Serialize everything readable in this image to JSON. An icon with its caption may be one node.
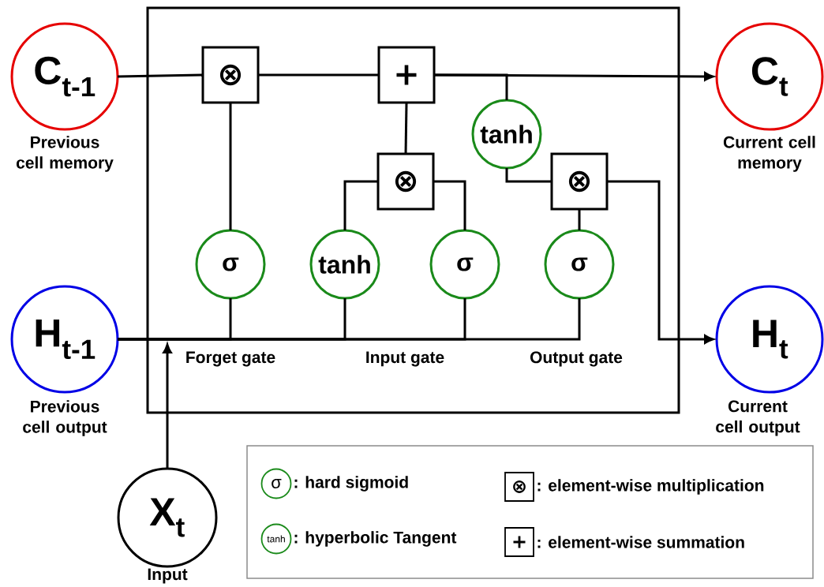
{
  "diagram": {
    "nodes": [
      {
        "text": [],
        "shape": "box"
      },
      {
        "text": [
          "C$_{t-1}$"
        ],
        "beside": [
          "Previous cell memory"
        ]
      },
      {
        "text": [
          "H$_{t-1}$"
        ],
        "beside": [
          "Previous cell output"
        ]
      },
      {
        "text": [
          "X$_{t}$"
        ],
        "beside": [
          "Input"
        ]
      },
      {
        "text": [
          "C$_{t}$"
        ],
        "beside": [
          "Current cell memory"
        ]
      },
      {
        "text": [
          "H$_{t}$"
        ],
        "beside": [
          "Current cell output"
        ]
      },
      {
        "text": [
          "⊗"
        ],
        "in": 0
      },
      {
        "text": [
          "+"
        ],
        "in": 0
      },
      {
        "text": [
          "tanh"
        ],
        "in": 0
      },
      {
        "text": [
          "⊗"
        ],
        "in": 0
      },
      {
        "text": [
          "⊗"
        ],
        "in": 0
      },
      {
        "text": [
          "σ"
        ],
        "in": 0
      },
      {
        "text": [
          "tanh"
        ],
        "in": 0
      },
      {
        "text": [
          "σ"
        ],
        "in": 0
      },
      {
        "text": [
          "σ"
        ],
        "in": 0
      }
    ],
    "edges": [
      {
        "from": 1,
        "to": 6,
        "arrow": "none"
      },
      {
        "from": 6,
        "to": 7,
        "arrow": "none"
      },
      {
        "from": 7,
        "to": 4,
        "arrow": "to"
      },
      {
        "from": 7,
        "to": 8,
        "arrow": "none"
      },
      {
        "from": 11,
        "to": 6,
        "arrow": "none"
      },
      {
        "from": 9,
        "to": 7,
        "arrow": "none"
      },
      {
        "from": 12,
        "to": 9,
        "arrow": "none"
      },
      {
        "from": 13,
        "to": 9,
        "arrow": "none"
      },
      {
        "from": 8,
        "to": 10,
        "arrow": "none"
      },
      {
        "from": 14,
        "to": 10,
        "arrow": "none"
      },
      {
        "from": 10,
        "to": 5,
        "arrow": "to"
      },
      {
        "from": 2,
        "to": 11,
        "arrow": "none"
      },
      {
        "from": 2,
        "to": 12,
        "arrow": "none"
      },
      {
        "from": 2,
        "to": 13,
        "arrow": "none"
      },
      {
        "from": 2,
        "to": 14,
        "arrow": "none"
      },
      {
        "from": 3,
        "to": null,
        "arrow": "to"
      }
    ],
    "labels": [
      "Forget gate",
      "Input gate",
      "Output gate",
      "σ",
      "⊗",
      "tanh",
      "+"
    ],
    "legend": [
      {
        "text": ": hard sigmoid"
      },
      {
        "text": ": element-wise multiplication"
      },
      {
        "text": ": hyperbolic Tangent"
      },
      {
        "text": ": element-wise summation"
      }
    ]
  }
}
